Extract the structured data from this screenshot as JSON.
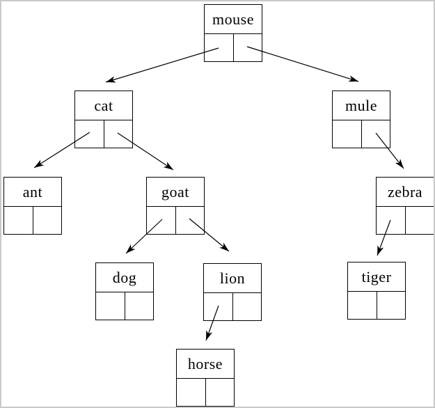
{
  "diagram": {
    "type": "binary-tree-node-diagram",
    "nodes": {
      "mouse": {
        "label": "mouse"
      },
      "cat": {
        "label": "cat"
      },
      "mule": {
        "label": "mule"
      },
      "ant": {
        "label": "ant"
      },
      "goat": {
        "label": "goat"
      },
      "zebra": {
        "label": "zebra"
      },
      "dog": {
        "label": "dog"
      },
      "lion": {
        "label": "lion"
      },
      "tiger": {
        "label": "tiger"
      },
      "horse": {
        "label": "horse"
      }
    },
    "edges": [
      {
        "from": "mouse",
        "pointer": "left",
        "to": "cat"
      },
      {
        "from": "mouse",
        "pointer": "right",
        "to": "mule"
      },
      {
        "from": "cat",
        "pointer": "left",
        "to": "ant"
      },
      {
        "from": "cat",
        "pointer": "right",
        "to": "goat"
      },
      {
        "from": "goat",
        "pointer": "left",
        "to": "dog"
      },
      {
        "from": "goat",
        "pointer": "right",
        "to": "lion"
      },
      {
        "from": "lion",
        "pointer": "left",
        "to": "horse"
      },
      {
        "from": "mule",
        "pointer": "right",
        "to": "zebra"
      },
      {
        "from": "zebra",
        "pointer": "left",
        "to": "tiger"
      }
    ],
    "colors": {
      "line": "#000000",
      "background": "#ffffff",
      "page_border": "#c9c9c9"
    }
  }
}
